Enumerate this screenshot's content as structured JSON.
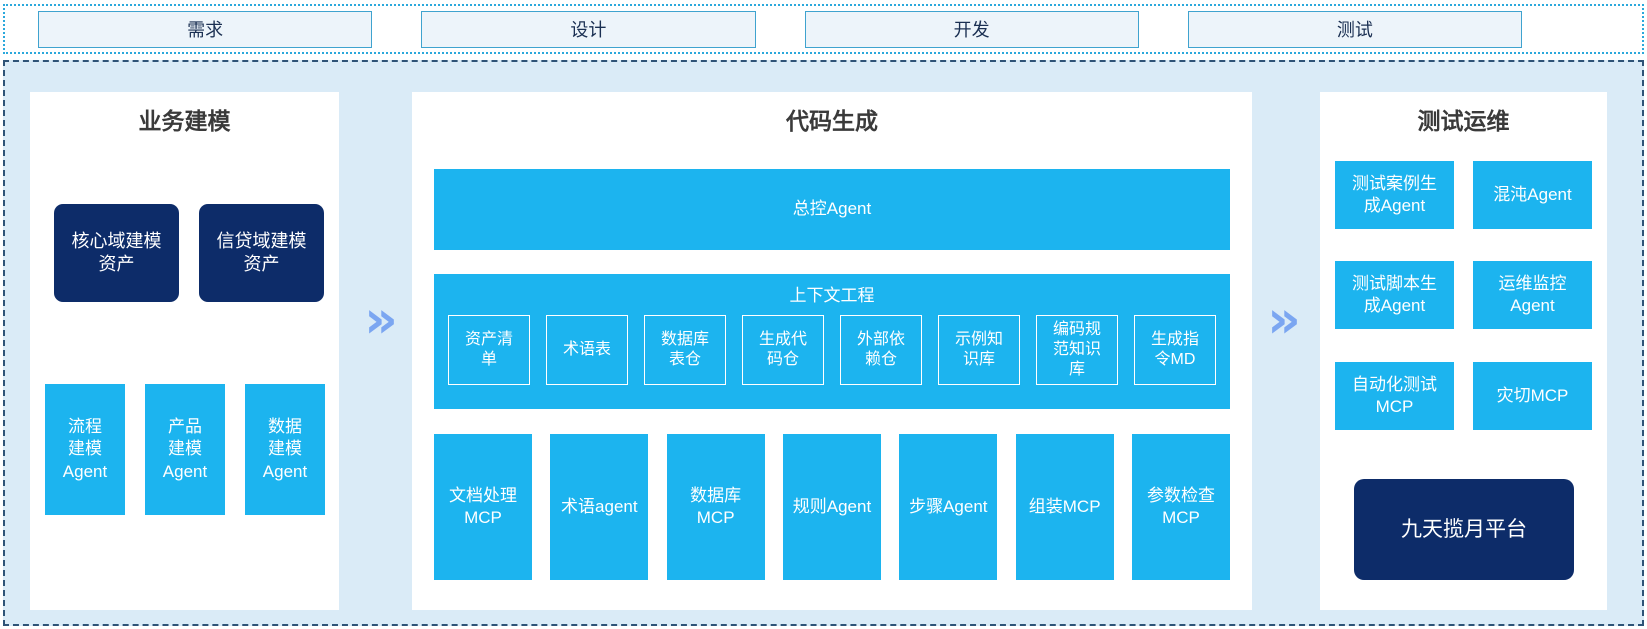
{
  "phases": [
    {
      "label": "需求"
    },
    {
      "label": "设计"
    },
    {
      "label": "开发"
    },
    {
      "label": "测试"
    }
  ],
  "arrow_glyph": "»",
  "columns": {
    "business": {
      "title": "业务建模",
      "assets": [
        "核心域建模资产",
        "信贷域建模资产"
      ],
      "agents": [
        "流程建模Agent",
        "产品建模Agent",
        "数据建模Agent"
      ]
    },
    "codegen": {
      "title": "代码生成",
      "master_agent": "总控Agent",
      "context": {
        "title": "上下文工程",
        "items": [
          "资产清单",
          "术语表",
          "数据库表仓",
          "生成代码仓",
          "外部依赖仓",
          "示例知识库",
          "编码规范知识库",
          "生成指令MD"
        ]
      },
      "tools": [
        "文档处理MCP",
        "术语agent",
        "数据库MCP",
        "规则Agent",
        "步骤Agent",
        "组装MCP",
        "参数检查MCP"
      ]
    },
    "testops": {
      "title": "测试运维",
      "agents": [
        "测试案例生成Agent",
        "混沌Agent",
        "测试脚本生成Agent",
        "运维监控Agent",
        "自动化测试MCP",
        "灾切MCP"
      ],
      "platform": "九天揽月平台"
    }
  },
  "colors": {
    "cyan_box": "#1CB4EF",
    "navy_box": "#0D2C69",
    "section_bg": "#DAEBF7",
    "panel_bg": "#FFFFFF",
    "arrow_blue": "#7BA6F1",
    "phase_box_bg": "#EDF4FA",
    "phase_box_border": "#3FA3CF",
    "dotted_border": "#2BA8DC",
    "dashed_border": "#2E5377",
    "title_text": "#3A3A3A"
  }
}
